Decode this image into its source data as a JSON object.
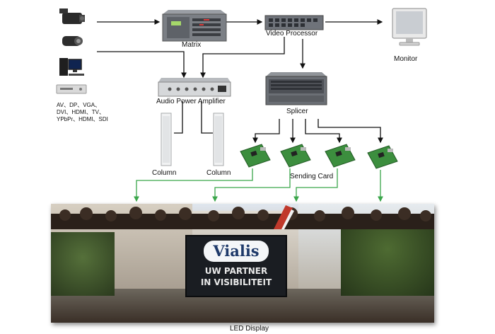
{
  "labels": {
    "matrix": "Matrix",
    "video_processor": "Video Processor",
    "monitor": "Monitor",
    "audio_power_amplifier": "Audio Power Amplifier",
    "splicer": "Splicer",
    "column_left": "Column",
    "column_right": "Column",
    "sending_card": "Sending Card",
    "led_display": "LED Display"
  },
  "sources": {
    "line1": "AV、DP、VGA、",
    "line2": "DVI、HDMI、TV、",
    "line3": "YPbPr、HDMI、SDI"
  },
  "screen": {
    "logo": "Vialis",
    "slogan_line1": "UW PARTNER",
    "slogan_line2": "IN VISIBILITEIT"
  },
  "colors": {
    "connector_black": "#111111",
    "connector_green": "#3aa64a",
    "device_grey": "#7b7f85",
    "board_green": "#3c8e3e"
  }
}
